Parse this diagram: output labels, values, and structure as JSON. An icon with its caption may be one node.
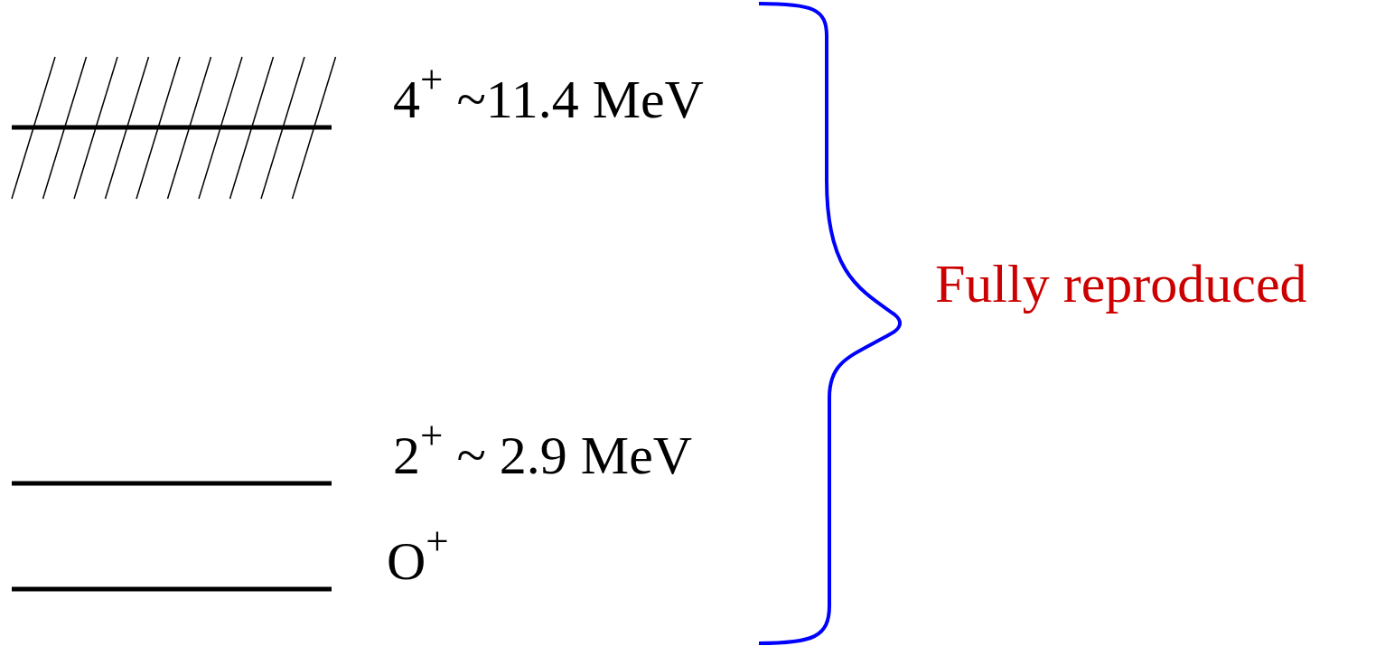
{
  "diagram": {
    "labels": [
      "4$^{+}$ ~11.4 MeV",
      "2$^{+}$ ~ 2.9 MeV",
      "O$^{+}$",
      "Fully reproduced"
    ]
  }
}
